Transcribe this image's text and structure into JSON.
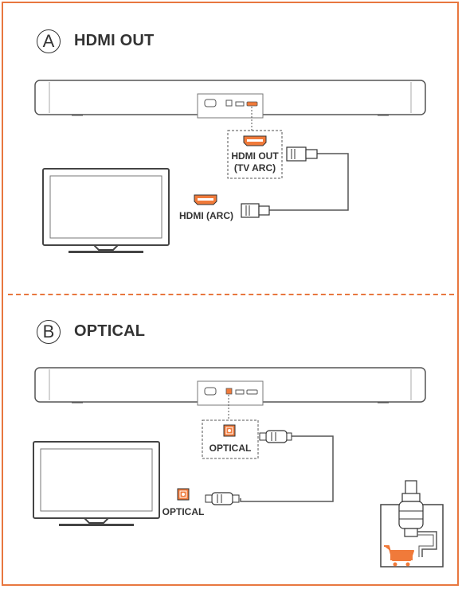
{
  "section_a": {
    "badge": "A",
    "title": "HDMI OUT",
    "soundbar_port_label_1": "HDMI OUT",
    "soundbar_port_label_2": "(TV ARC)",
    "tv_port_label": "HDMI (ARC)"
  },
  "section_b": {
    "badge": "B",
    "title": "OPTICAL",
    "soundbar_port_label": "OPTICAL",
    "tv_port_label": "OPTICAL"
  },
  "colors": {
    "accent": "#e8773f",
    "line": "#333333",
    "port_orange": "#f07a3a"
  },
  "icons": [
    "soundbar-icon",
    "tv-icon",
    "hdmi-port-icon",
    "hdmi-plug-icon",
    "optical-port-icon",
    "optical-plug-icon",
    "shopping-cart-icon"
  ]
}
